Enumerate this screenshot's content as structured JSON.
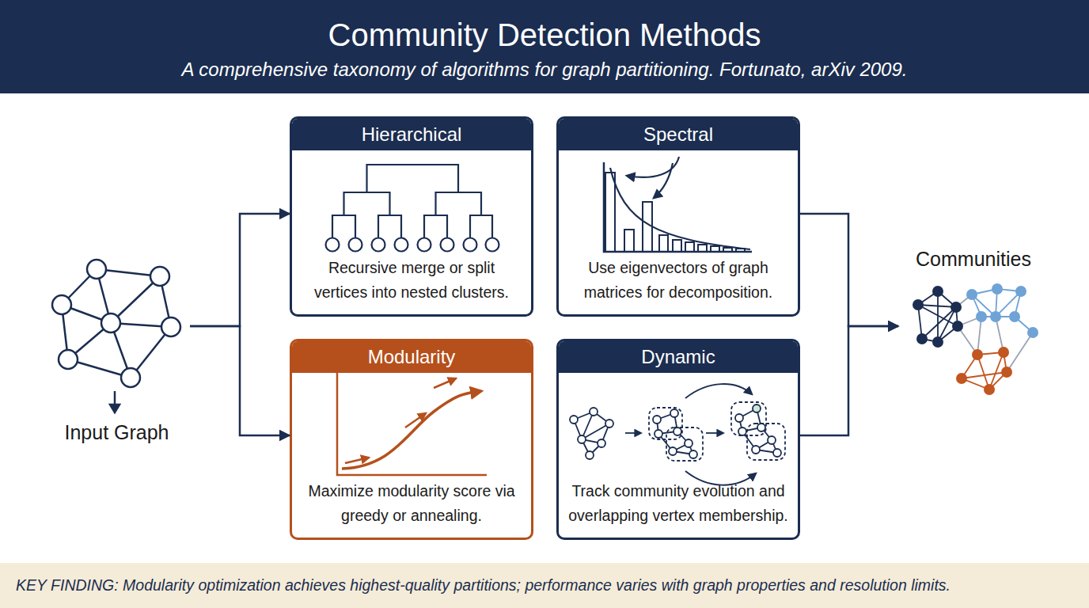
{
  "diagram": {
    "title": "Community Detection Methods",
    "caption": "A comprehensive taxonomy of algorithms for graph partitioning. Fortunato, arXiv 2009.",
    "nodes": [
      {
        "text": [
          "Input Graph"
        ]
      },
      {
        "text": [
          "Hierarchical",
          "Recursive merge or split vertices into nested clusters."
        ]
      },
      {
        "text": [
          "Spectral",
          "Use eigenvectors of graph matrices for decomposition."
        ]
      },
      {
        "text": [
          "Modularity",
          "Maximize modularity score via greedy or annealing."
        ]
      },
      {
        "text": [
          "Dynamic",
          "Track community evolution and overlapping vertex membership."
        ]
      },
      {
        "text": [
          "Communities"
        ]
      },
      {
        "text": [
          "KEY FINDING: Modularity optimization achieves highest-quality partitions; performance varies with graph properties and resolution limits."
        ]
      }
    ],
    "edges": [
      {
        "from": 0,
        "to": 1,
        "arrow": "to"
      },
      {
        "from": 0,
        "to": 3,
        "arrow": "to"
      },
      {
        "from": 2,
        "to": 5,
        "arrow": "to"
      },
      {
        "from": 4,
        "to": 5,
        "arrow": "to"
      }
    ]
  }
}
